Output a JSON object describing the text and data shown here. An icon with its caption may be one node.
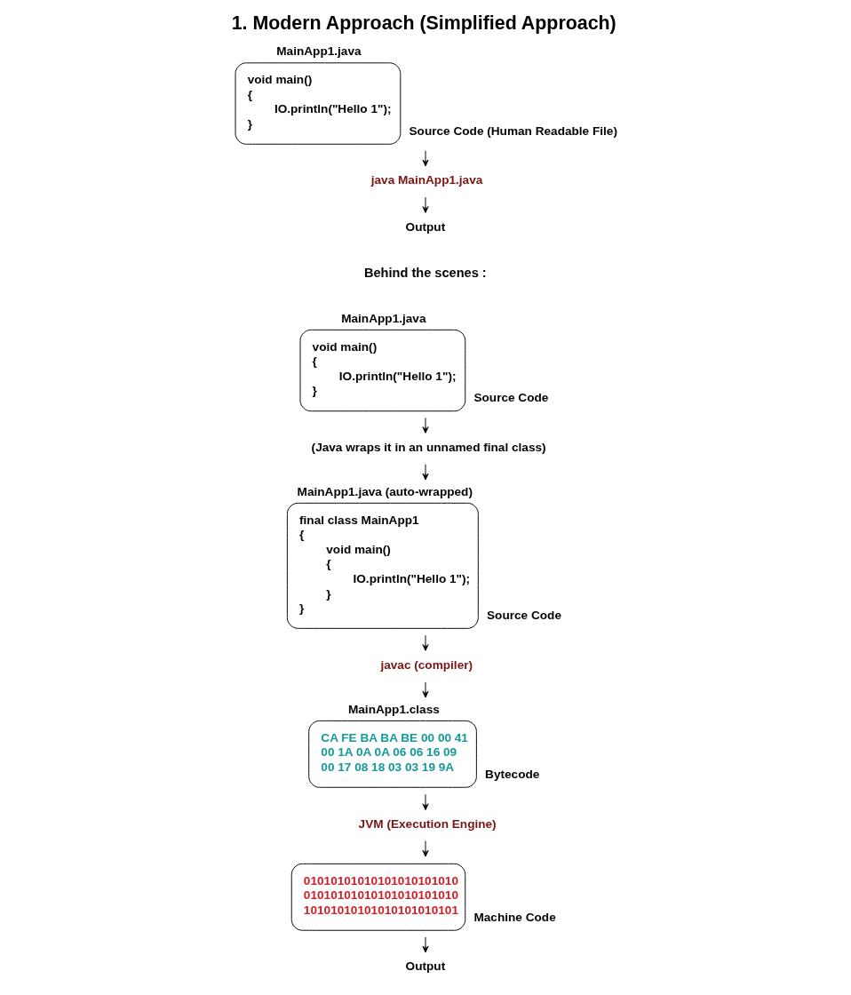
{
  "diagram": {
    "title": "1. Modern Approach (Simplified Approach)",
    "nodes": [
      {
        "text": [
          "MainApp1.java",
          "void main()",
          "{",
          "IO.println(\"Hello 1\");",
          "}"
        ],
        "beside": [
          "Source Code (Human Readable File)"
        ]
      },
      {
        "text": [
          "java MainApp1.java"
        ]
      },
      {
        "text": [
          "Output"
        ]
      },
      {
        "text": [
          "MainApp1.java",
          "void main()",
          "{",
          "IO.println(\"Hello 1\");",
          "}"
        ],
        "beside": [
          "Source Code"
        ]
      },
      {
        "text": [
          "(Java wraps it in an unnamed final class)"
        ]
      },
      {
        "text": [
          "MainApp1.java (auto-wrapped)",
          "final class MainApp1",
          "{",
          "void main()",
          "{",
          "IO.println(\"Hello 1\");",
          "}",
          "}"
        ],
        "beside": [
          "Source Code"
        ]
      },
      {
        "text": [
          "javac (compiler)"
        ]
      },
      {
        "text": [
          "MainApp1.class",
          "CA FE BA BA BE 00 00 41",
          "00 1A 0A 0A 06 06 16 09",
          "00 17 08 18 03 03 19 9A"
        ],
        "beside": [
          "Bytecode"
        ]
      },
      {
        "text": [
          "JVM (Execution Engine)"
        ]
      },
      {
        "text": [
          "01010101010101010101010",
          "01010101010101010101010",
          "10101010101010101010101"
        ],
        "beside": [
          "Machine Code"
        ]
      },
      {
        "text": [
          "Output"
        ]
      }
    ],
    "edges": [
      {
        "from": 0,
        "to": 1,
        "arrow": "to"
      },
      {
        "from": 1,
        "to": 2,
        "arrow": "to"
      },
      {
        "from": 3,
        "to": 4,
        "arrow": "to"
      },
      {
        "from": 4,
        "to": 5,
        "arrow": "to"
      },
      {
        "from": 5,
        "to": 6,
        "arrow": "to"
      },
      {
        "from": 6,
        "to": 7,
        "arrow": "to"
      },
      {
        "from": 7,
        "to": 8,
        "arrow": "to"
      },
      {
        "from": 8,
        "to": 9,
        "arrow": "to"
      },
      {
        "from": 9,
        "to": 10,
        "arrow": "to"
      }
    ],
    "labels": [
      "Behind the scenes :"
    ]
  }
}
